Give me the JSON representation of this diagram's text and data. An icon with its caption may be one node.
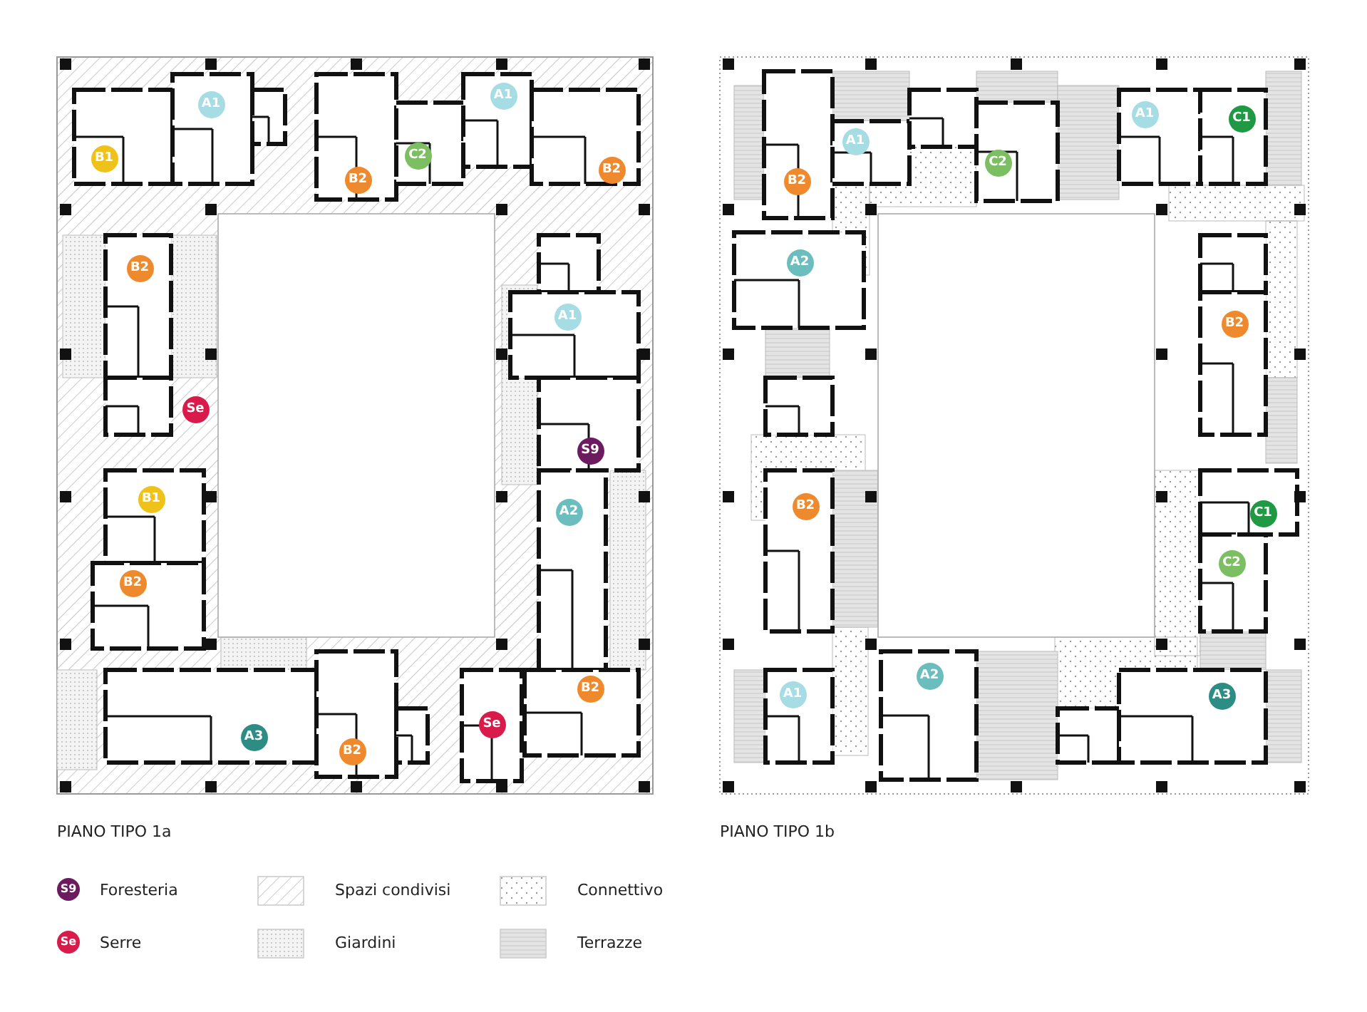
{
  "diagram": {
    "nodes": [
      {
        "text": [
          "B1"
        ]
      },
      {
        "text": [
          "A1"
        ]
      },
      {
        "text": [
          "B2"
        ]
      },
      {
        "text": [
          "C2"
        ]
      },
      {
        "text": [
          "A1"
        ]
      },
      {
        "text": [
          "B2"
        ]
      },
      {
        "text": [
          "B2"
        ]
      },
      {
        "text": [
          "A1"
        ]
      },
      {
        "text": [
          "Se"
        ]
      },
      {
        "text": [
          "S9"
        ]
      },
      {
        "text": [
          "B1"
        ]
      },
      {
        "text": [
          "A2"
        ]
      },
      {
        "text": [
          "B2"
        ]
      },
      {
        "text": [
          "A3"
        ]
      },
      {
        "text": [
          "B2"
        ]
      },
      {
        "text": [
          "Se"
        ]
      },
      {
        "text": [
          "B2"
        ]
      },
      {
        "text": [
          "B2"
        ]
      },
      {
        "text": [
          "A1"
        ]
      },
      {
        "text": [
          "C2"
        ]
      },
      {
        "text": [
          "A1"
        ]
      },
      {
        "text": [
          "C1"
        ]
      },
      {
        "text": [
          "A2"
        ]
      },
      {
        "text": [
          "B2"
        ]
      },
      {
        "text": [
          "B2"
        ]
      },
      {
        "text": [
          "C1"
        ]
      },
      {
        "text": [
          "C2"
        ]
      },
      {
        "text": [
          "A1"
        ]
      },
      {
        "text": [
          "A2"
        ]
      },
      {
        "text": [
          "A3"
        ]
      }
    ],
    "labels": [
      "PIANO TIPO 1a",
      "PIANO TIPO 1b",
      "S9",
      "Se"
    ],
    "legend": [
      {
        "text": "Foresteria",
        "color": "#6b1b5e"
      },
      {
        "text": "Spazi condivisi"
      },
      {
        "text": "Connettivo"
      },
      {
        "text": "Serre",
        "color": "#d81b4a"
      },
      {
        "text": "Giardini"
      },
      {
        "text": "Terrazze"
      }
    ]
  }
}
